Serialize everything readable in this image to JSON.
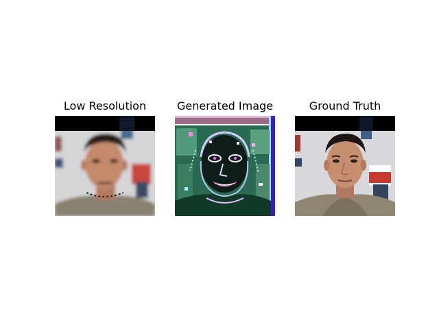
{
  "figure": {
    "panels": [
      {
        "title": "Low Resolution",
        "image": "low-resolution-face"
      },
      {
        "title": "Generated Image",
        "image": "generated-face-artifacts"
      },
      {
        "title": "Ground Truth",
        "image": "ground-truth-face"
      }
    ]
  }
}
